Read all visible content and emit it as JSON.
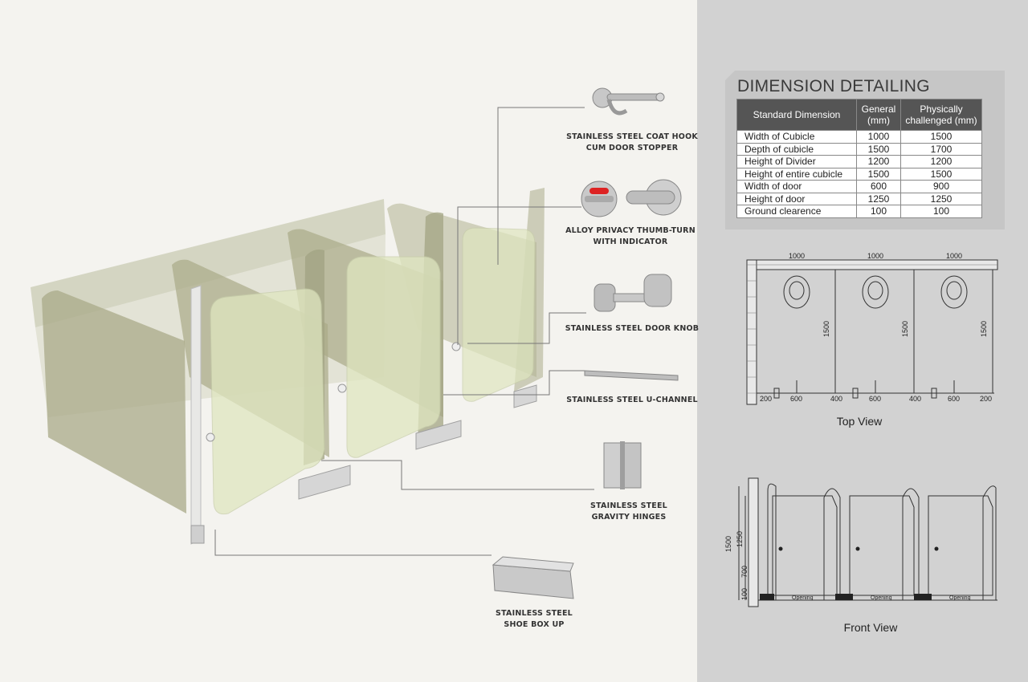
{
  "parts": [
    {
      "id": "coat-hook",
      "lines": [
        "STAINLESS STEEL COAT HOOK",
        "CUM DOOR STOPPER"
      ]
    },
    {
      "id": "thumb-turn",
      "lines": [
        "ALLOY PRIVACY THUMB-TURN",
        "WITH INDICATOR"
      ]
    },
    {
      "id": "door-knob",
      "lines": [
        "STAINLESS STEEL DOOR KNOB"
      ]
    },
    {
      "id": "u-channel",
      "lines": [
        "STAINLESS STEEL U-CHANNEL"
      ]
    },
    {
      "id": "gravity-hinges",
      "lines": [
        "STAINLESS STEEL",
        "GRAVITY HINGES"
      ]
    },
    {
      "id": "shoe-box",
      "lines": [
        "STAINLESS STEEL",
        "SHOE BOX UP"
      ]
    }
  ],
  "dimension": {
    "title": "DIMENSION DETAILING",
    "headers": [
      "Standard Dimension",
      "General (mm)",
      "Physically challenged (mm)"
    ],
    "rows": [
      [
        "Width of Cubicle",
        "1000",
        "1500"
      ],
      [
        "Depth of cubicle",
        "1500",
        "1700"
      ],
      [
        "Height of Divider",
        "1200",
        "1200"
      ],
      [
        "Height of entire cubicle",
        "1500",
        "1500"
      ],
      [
        "Width of door",
        "600",
        "900"
      ],
      [
        "Height of door",
        "1250",
        "1250"
      ],
      [
        "Ground clearence",
        "100",
        "100"
      ]
    ]
  },
  "top_view": {
    "caption": "Top View",
    "widths": [
      "1000",
      "1000",
      "1000"
    ],
    "depth": "1500",
    "bottom_dims": [
      "200",
      "600",
      "400",
      "600",
      "400",
      "600",
      "200"
    ]
  },
  "front_view": {
    "caption": "Front View",
    "heights": [
      "1500",
      "1250",
      "700",
      "100"
    ],
    "opening_label": "Opening"
  },
  "colors": {
    "panel_fill": "#b3b596",
    "door_fill": "#d8dfb8",
    "right_bg": "#d2d2d2",
    "table_header": "#555555"
  }
}
